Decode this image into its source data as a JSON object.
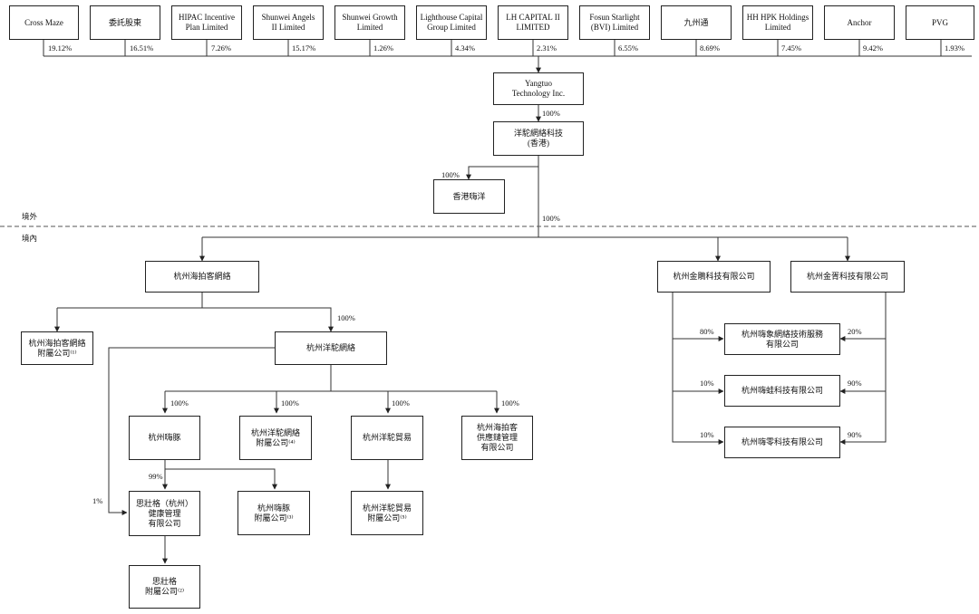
{
  "shareholders": [
    {
      "name": "Cross Maze",
      "pct": "19.12%"
    },
    {
      "name": "委託股東",
      "pct": "16.51%"
    },
    {
      "name": "HIPAC Incentive\nPlan Limited",
      "pct": "7.26%"
    },
    {
      "name": "Shunwei Angels\nII Limited",
      "pct": "15.17%"
    },
    {
      "name": "Shunwei Growth\nLimited",
      "pct": "1.26%"
    },
    {
      "name": "Lighthouse Capital\nGroup Limited",
      "pct": "4.34%"
    },
    {
      "name": "LH CAPITAL II\nLIMITED",
      "pct": "2.31%"
    },
    {
      "name": "Fosun Starlight\n(BVI) Limited",
      "pct": "6.55%"
    },
    {
      "name": "九州通",
      "pct": "8.69%"
    },
    {
      "name": "HH HPK Holdings\nLimited",
      "pct": "7.45%"
    },
    {
      "name": "Anchor",
      "pct": "9.42%"
    },
    {
      "name": "PVG",
      "pct": "1.93%"
    }
  ],
  "regions": {
    "offshore": "境外",
    "onshore": "境內"
  },
  "entities": {
    "yangtuo": "Yangtuo\nTechnology Inc.",
    "yangtuo_hk": "洋駝網絡科技\n(香港)",
    "hk_haiyang": "香港嗨洋",
    "haipaike": "杭州海拍客網絡",
    "jinpeng": "杭州金鵰科技有限公司",
    "jinyu": "杭州金胥科技有限公司",
    "haipaike_sub": "杭州海拍客網絡\n附屬公司⁽¹⁾",
    "yangtuo_net": "杭州洋駝網絡",
    "haixiang": "杭州嗨象網絡技術服務\n有限公司",
    "haiwa": "杭州嗨蛙科技有限公司",
    "hailing": "杭州嗨零科技有限公司",
    "haitun": "杭州嗨豚",
    "yangtuo_net_sub": "杭州洋駝網絡\n附屬公司⁽⁴⁾",
    "yangtuo_trade": "杭州洋駝貿易",
    "supply_chain": "杭州海拍客\n供應鏈管理\n有限公司",
    "sizhuangge": "思壯格（杭州）\n健康管理\n有限公司",
    "haitun_sub": "杭州嗨豚\n附屬公司⁽³⁾",
    "yangtuo_trade_sub": "杭州洋駝貿易\n附屬公司⁽⁵⁾",
    "sizhuangge_sub": "思壯格\n附屬公司⁽²⁾"
  },
  "percentages": {
    "yangtuo_to_hk": "100%",
    "hk_to_haiyang": "100%",
    "hk_to_onshore": "100%",
    "haipaike_to_yangtuo_net": "100%",
    "jinpeng_to_haixiang": "80%",
    "jinyu_to_haixiang": "20%",
    "jinpeng_to_haiwa": "10%",
    "jinyu_to_haiwa": "90%",
    "jinpeng_to_hailing": "10%",
    "jinyu_to_hailing": "90%",
    "net_to_haitun": "100%",
    "net_to_sub": "100%",
    "net_to_trade": "100%",
    "net_to_supply": "100%",
    "haitun_to_sizhuangge": "99%",
    "net_to_sizhuangge": "1%"
  }
}
